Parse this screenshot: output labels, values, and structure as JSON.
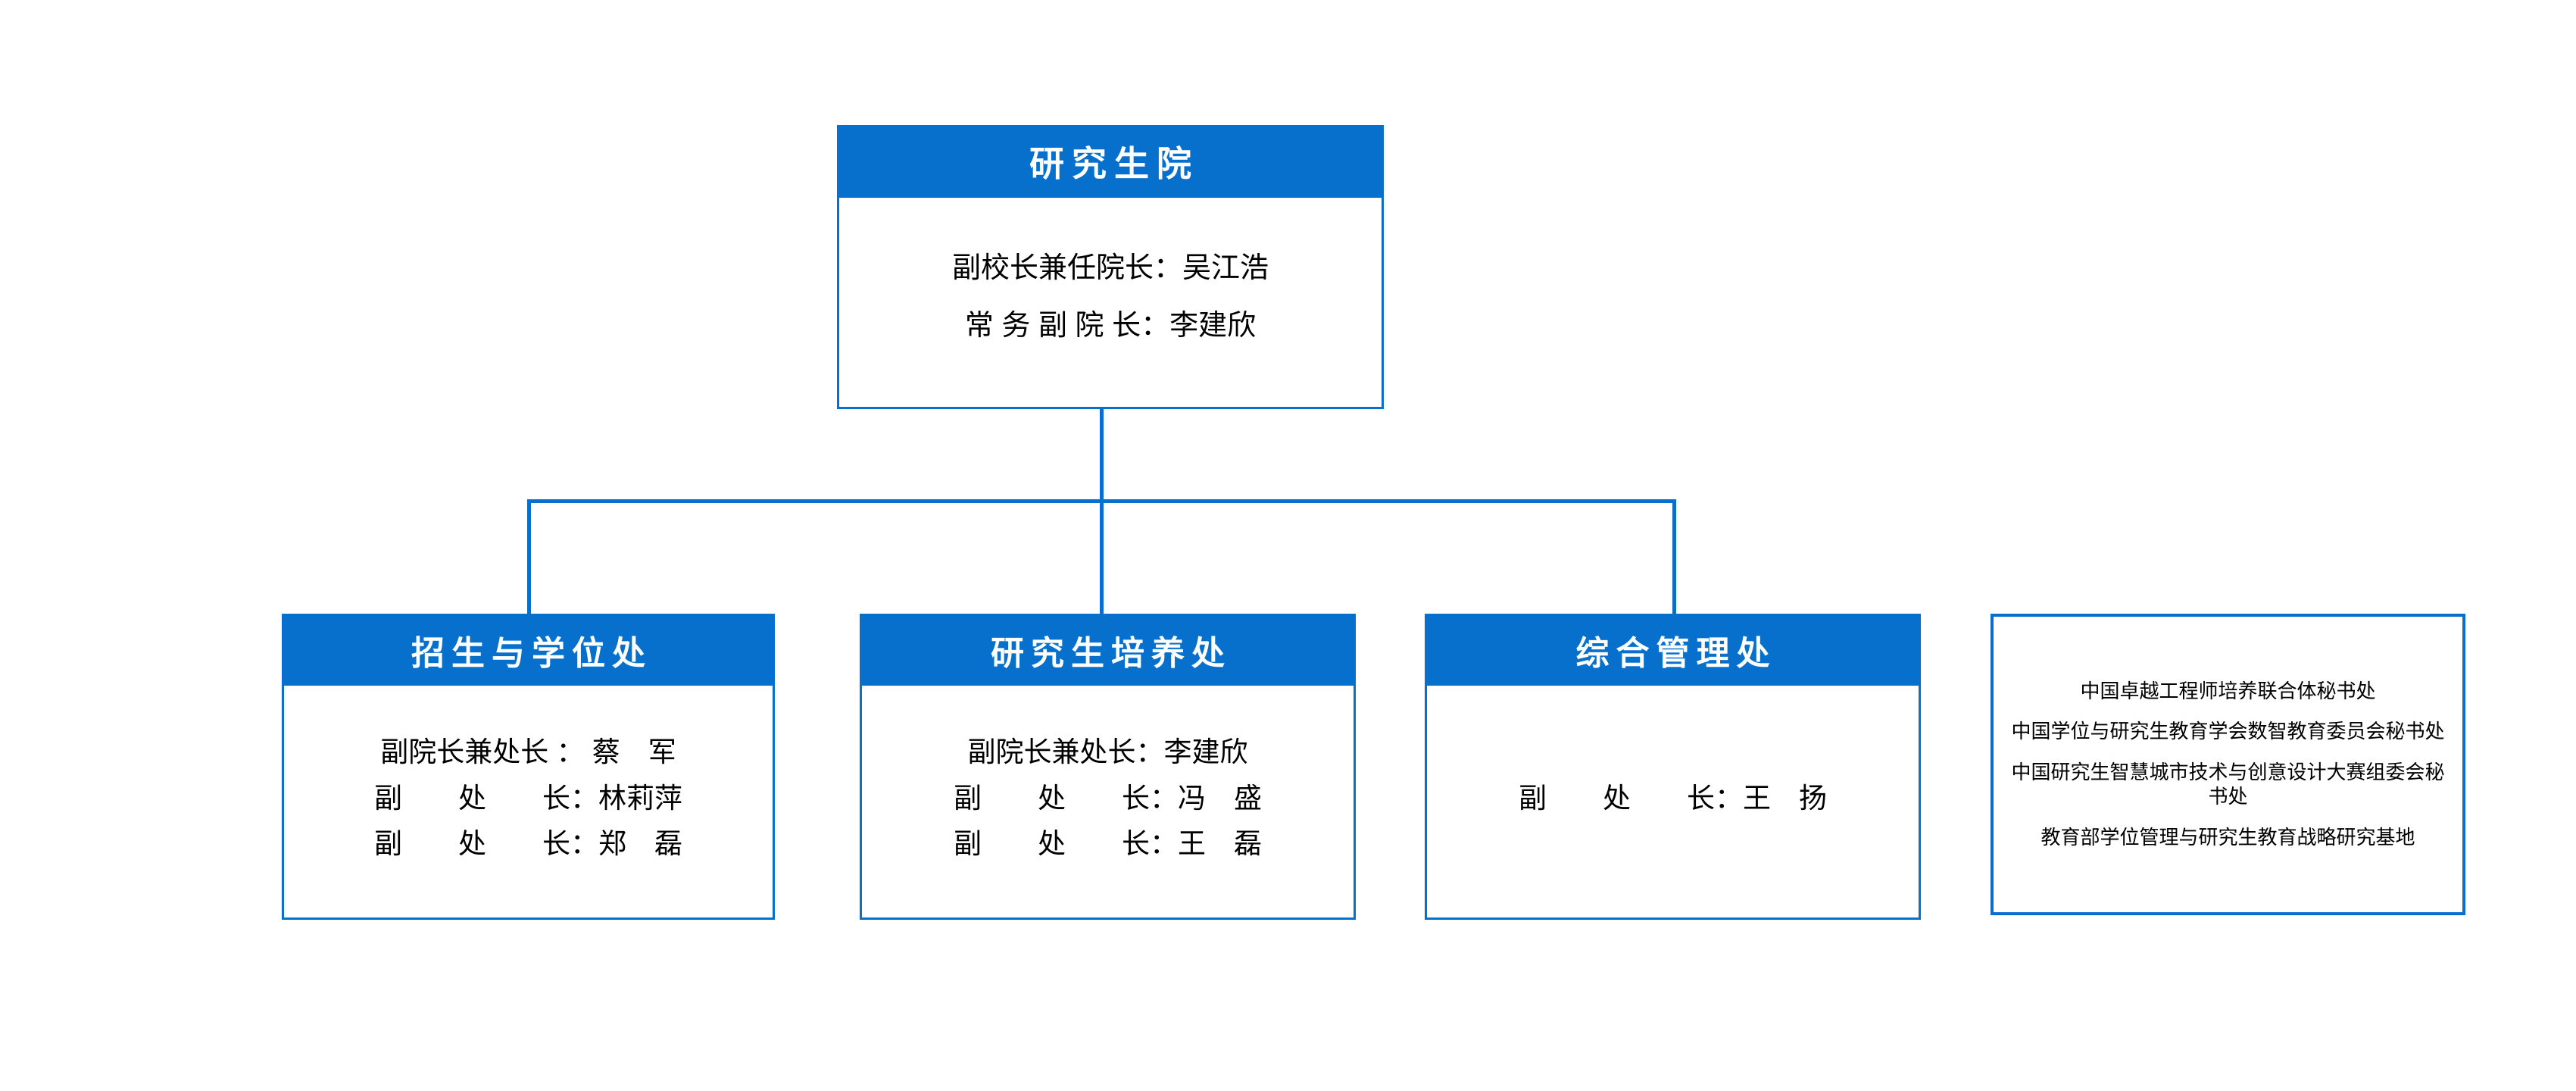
{
  "theme": {
    "accent_color": "#0670CC",
    "background_color": "#FFFFFF",
    "header_text_color": "#FFFFFF",
    "body_text_color": "#000000"
  },
  "root": {
    "title": "研究生院",
    "lines": [
      "副校长兼任院长：吴江浩",
      "常 务 副 院 长：李建欣"
    ]
  },
  "departments": [
    {
      "title": "招生与学位处",
      "lines": [
        "副院长兼处长 ： 蔡　军",
        "副　　处　　长：林莉萍",
        "副　　处　　长：郑　磊"
      ]
    },
    {
      "title": "研究生培养处",
      "lines": [
        "副院长兼处长：李建欣",
        "副　　处　　长：冯　盛",
        "副　　处　　长：王　磊"
      ]
    },
    {
      "title": "综合管理处",
      "lines": [
        "副　　处　　长：王　扬"
      ]
    }
  ],
  "affiliated": {
    "items": [
      "中国卓越工程师培养联合体秘书处",
      "中国学位与研究生教育学会数智教育委员会秘书处",
      "中国研究生智慧城市技术与创意设计大赛组委会秘书处",
      "教育部学位管理与研究生教育战略研究基地"
    ]
  }
}
